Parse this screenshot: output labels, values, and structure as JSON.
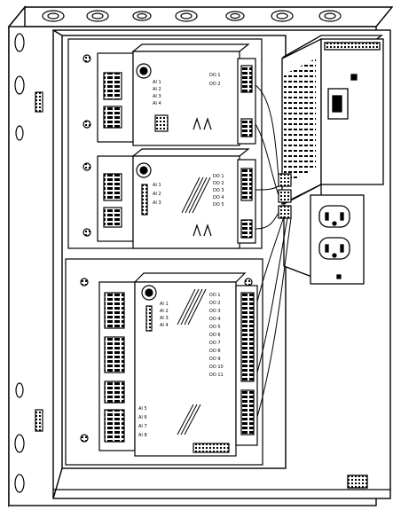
{
  "header_label": "",
  "top_left_module": {
    "labels": [
      "AI 1",
      "AI 2",
      "AI 3",
      "AI 4"
    ],
    "right_labels": [
      "DO 1",
      "DO 2"
    ],
    "foot_label": ""
  },
  "middle_left_module": {
    "labels": [
      "AI 1",
      "AI 2",
      "AI 3"
    ],
    "right_labels": [
      "DO 1",
      "DO 2",
      "DO 3",
      "DO 4",
      "DO 5"
    ]
  },
  "bottom_module": {
    "left_labels": [
      "AI 1",
      "AI 2",
      "AI 3",
      "AI 4"
    ],
    "right_labels": [
      "DO 1",
      "DO 2",
      "DO 3",
      "DO 4",
      "DO 5",
      "DO 6",
      "DO 7",
      "DO 8",
      "DO 9",
      "DO 10",
      "DO 11"
    ],
    "lower_labels": [
      "AI 5",
      "AI 6",
      "AI 7",
      "AI 8"
    ]
  },
  "icon_names": {
    "knockouts": "knockout-hole-icon",
    "outlet": "duplex-outlet-icon",
    "breaker": "circuit-breaker-icon",
    "screw": "mounting-screw-icon"
  },
  "colors": {
    "line": "#000000",
    "paper": "#ffffff",
    "shade": "#bdbdbd"
  }
}
